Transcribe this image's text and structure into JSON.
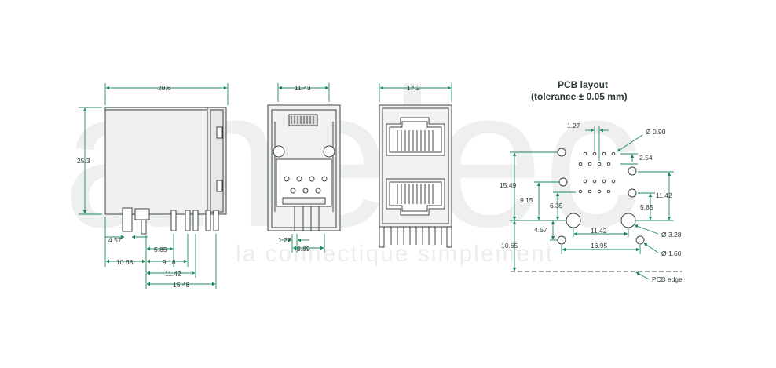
{
  "watermark": {
    "brand": "anelec",
    "tagline": "la connectique simplement"
  },
  "colors": {
    "accent": "#1a8a5a",
    "outline": "#3c4444",
    "body_fill": "#eeeeee",
    "watermark": "#eef0f0"
  },
  "side_view": {
    "width_label": "28.6",
    "height_label": "25.3",
    "dims": [
      "4.57",
      "5.85",
      "10.68",
      "9.18",
      "11.42",
      "15.48"
    ]
  },
  "front_view": {
    "width_label": "11.43",
    "dims": [
      "1.27",
      "8.89"
    ]
  },
  "rear_view": {
    "width_label": "17.2"
  },
  "pcb": {
    "title": "PCB layout",
    "subtitle": "(tolerance ± 0.05 mm)",
    "labels": {
      "pitch": "1.27",
      "pin_dia": "Ø 0.90",
      "row_gap": "2.54",
      "height_1": "15.49",
      "height_2": "9.15",
      "height_3": "6.35",
      "height_4": "4.57",
      "height_5": "10.65",
      "span_1": "11.42",
      "span_2": "5.85",
      "span_3": "11.42",
      "span_4": "16.95",
      "hole_1": "Ø 3.28",
      "hole_2": "Ø 1.60",
      "edge": "PCB edge"
    }
  }
}
